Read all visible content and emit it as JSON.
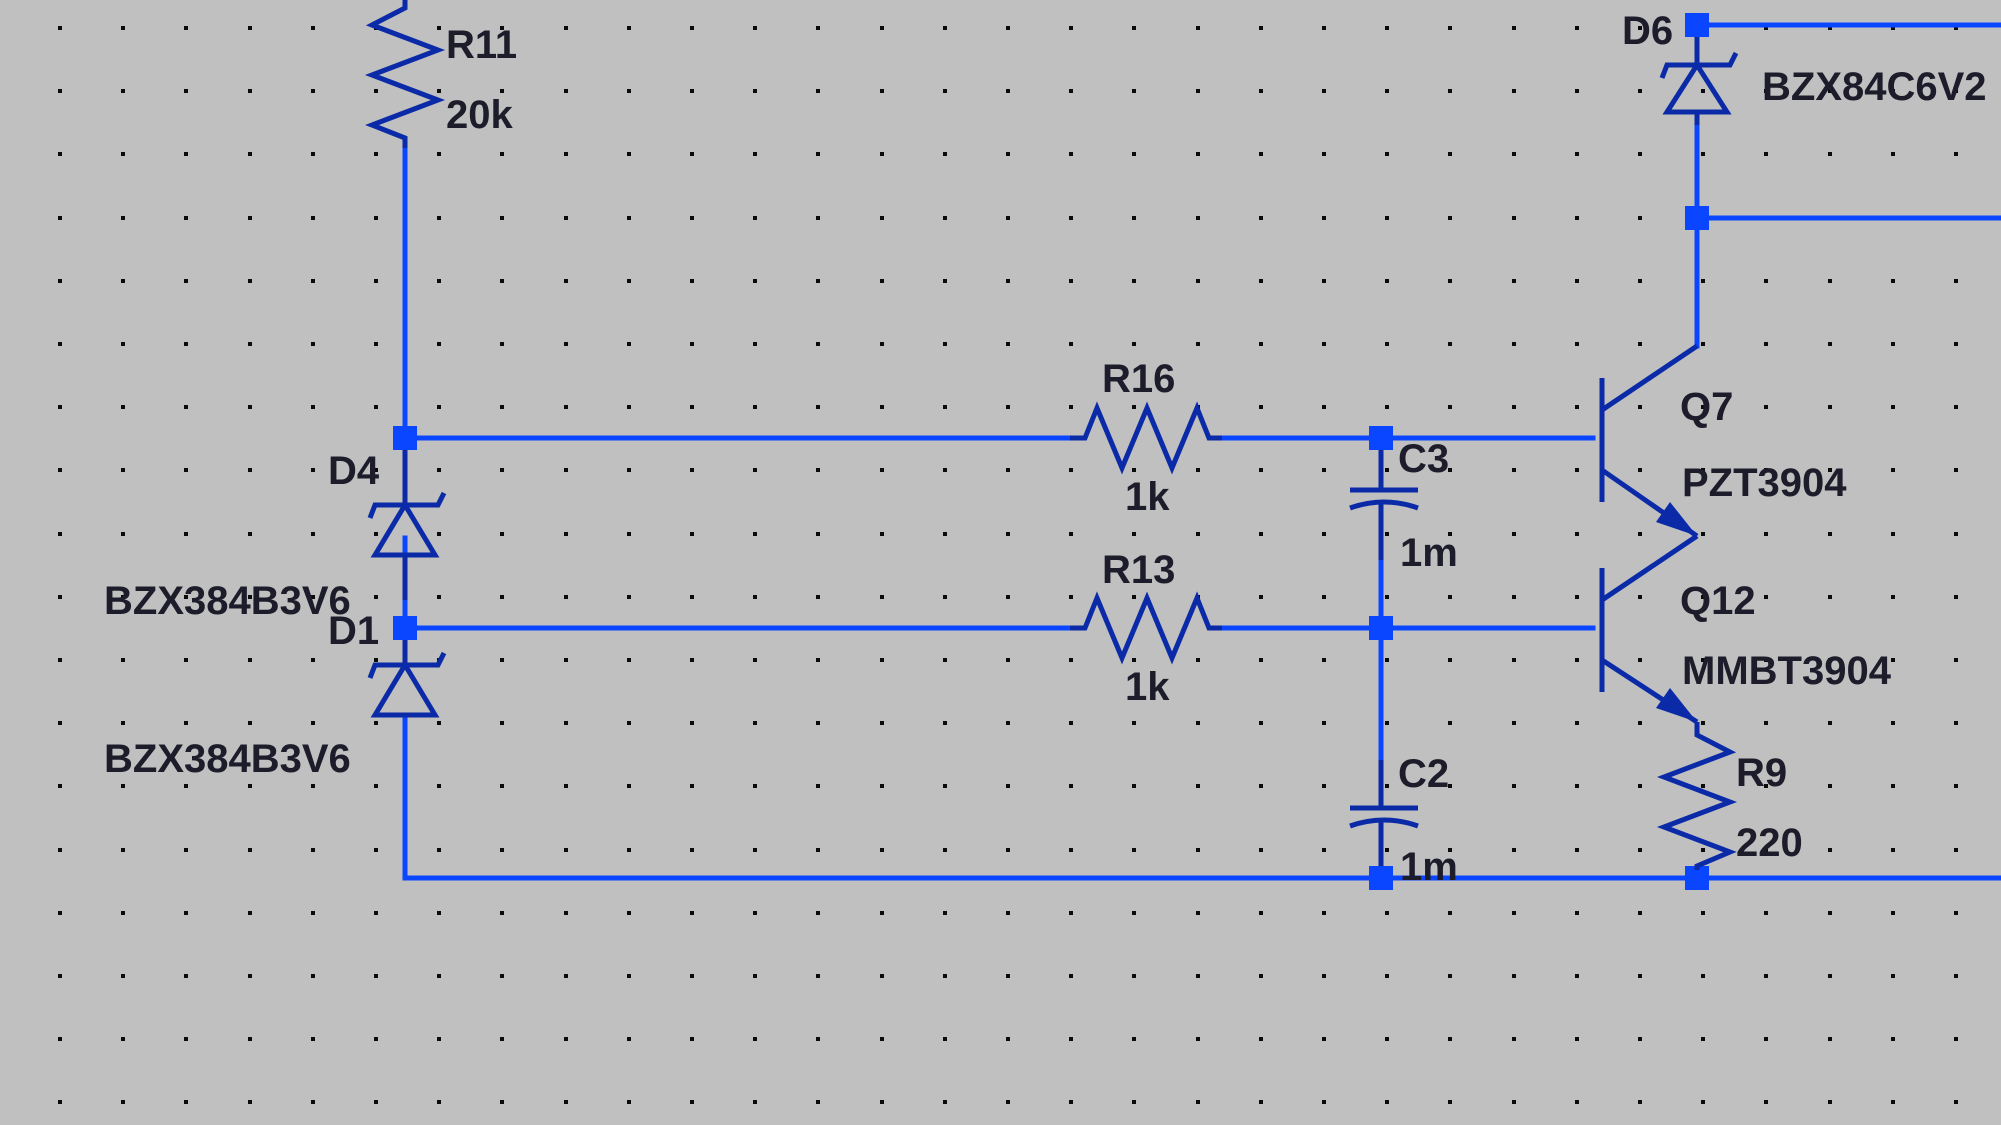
{
  "components": {
    "r11": {
      "ref": "R11",
      "value": "20k"
    },
    "d6": {
      "ref": "D6",
      "part": "BZX84C6V2"
    },
    "r16": {
      "ref": "R16",
      "value": "1k"
    },
    "r13": {
      "ref": "R13",
      "value": "1k"
    },
    "c3": {
      "ref": "C3",
      "value": "1m"
    },
    "c2": {
      "ref": "C2",
      "value": "1m"
    },
    "q7": {
      "ref": "Q7",
      "part": "PZT3904"
    },
    "q12": {
      "ref": "Q12",
      "part": "MMBT3904"
    },
    "r9": {
      "ref": "R9",
      "value": "220"
    },
    "d4": {
      "ref": "D4",
      "part": "BZX384B3V6"
    },
    "d1": {
      "ref": "D1",
      "part": "BZX384B3V6"
    }
  },
  "colors": {
    "background": "#c0c0c0",
    "wire": "#0a46ff",
    "symbol": "#0a2aa8",
    "label": "#1c1c2a",
    "grid": "#0b0b0b"
  }
}
